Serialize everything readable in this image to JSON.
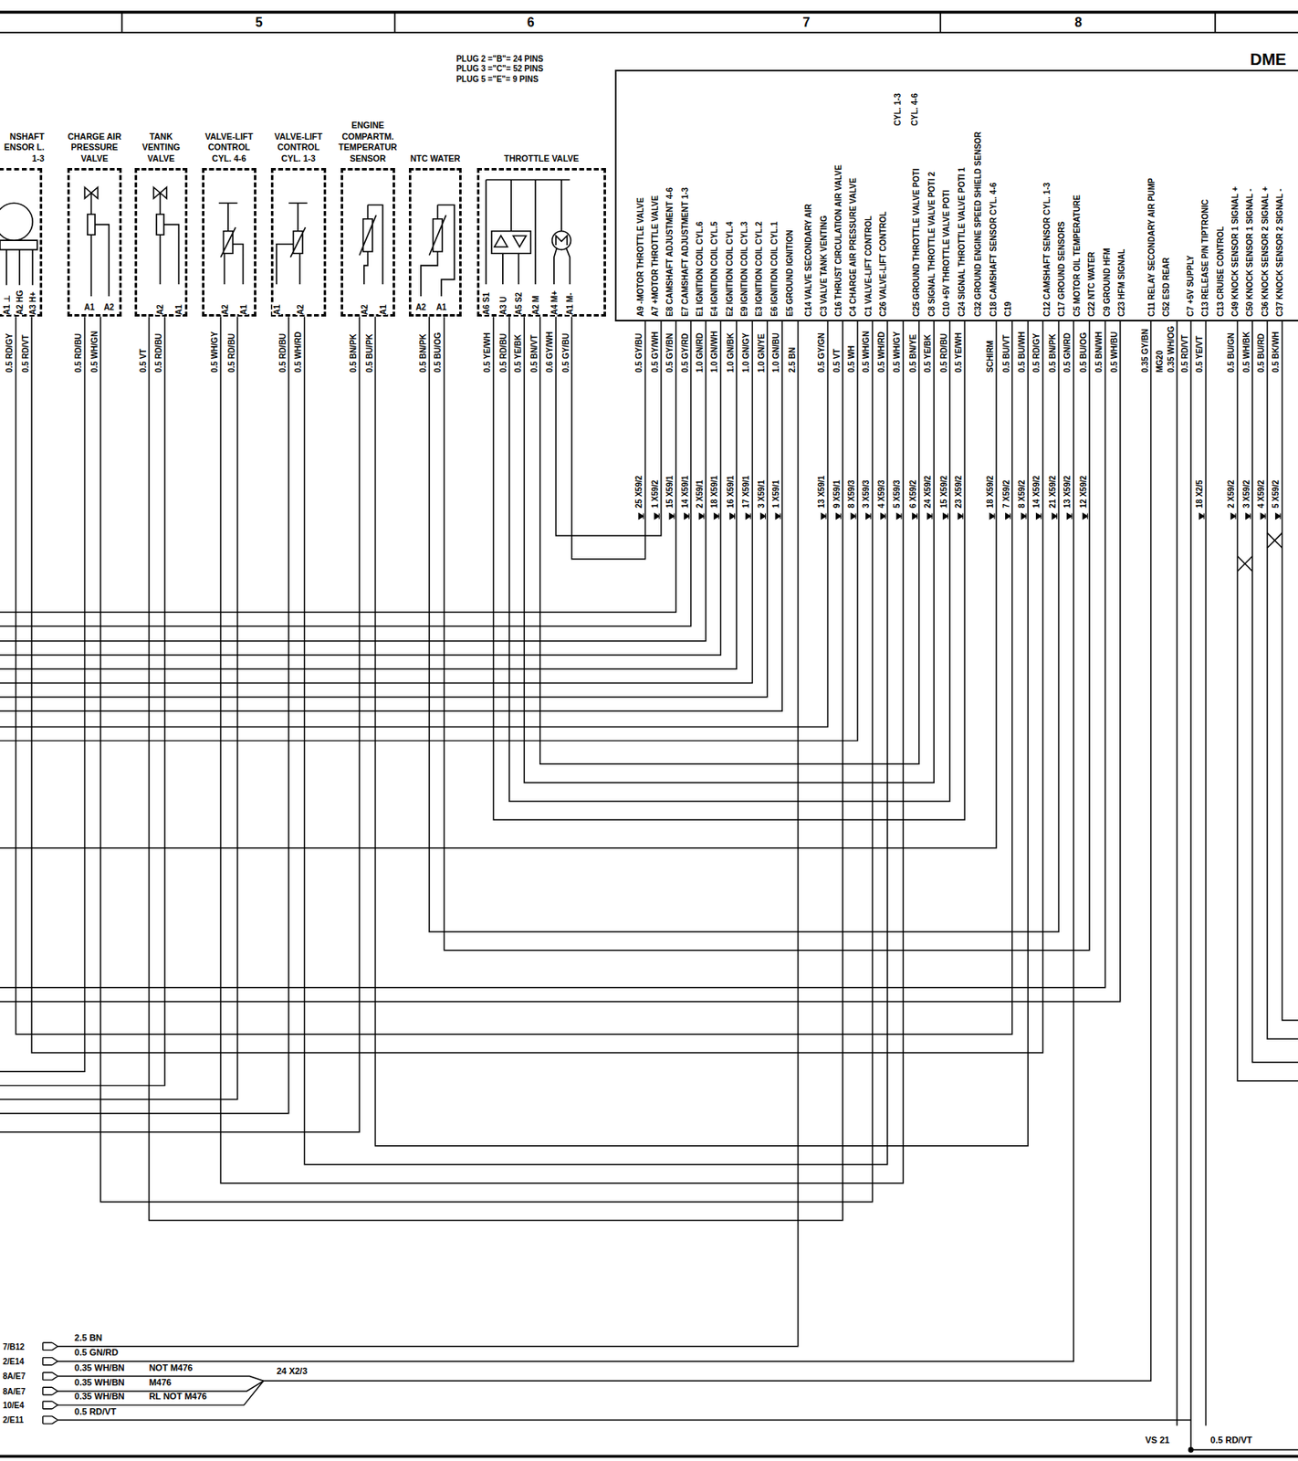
{
  "diagram": {
    "nodes": [
      {
        "text": [
          "NSHAFT ENSOR L. 1-3"
        ]
      },
      {
        "text": [
          "CHARGE AIR PRESSURE VALVE"
        ]
      },
      {
        "text": [
          "TANK VENTING VALVE"
        ]
      },
      {
        "text": [
          "VALVE-LIFT CONTROL CYL. 4-6"
        ]
      },
      {
        "text": [
          "VALVE-LIFT CONTROL CYL. 1-3"
        ]
      },
      {
        "text": [
          "ENGINE COMPARTM. TEMPERATUR SENSOR"
        ]
      },
      {
        "text": [
          "NTC WATER"
        ]
      },
      {
        "text": [
          "THROTTLE VALVE"
        ]
      },
      {
        "text": [
          "DME"
        ]
      }
    ],
    "edges": [
      {
        "from": 0,
        "to": 8,
        "arrow": "none"
      },
      {
        "from": 1,
        "to": 8,
        "arrow": "none"
      },
      {
        "from": 2,
        "to": 8,
        "arrow": "none"
      },
      {
        "from": 3,
        "to": 8,
        "arrow": "none"
      },
      {
        "from": 4,
        "to": 8,
        "arrow": "none"
      },
      {
        "from": 5,
        "to": 8,
        "arrow": "none"
      },
      {
        "from": 6,
        "to": 8,
        "arrow": "none"
      },
      {
        "from": 7,
        "to": 8,
        "arrow": "none"
      }
    ],
    "labels": [
      "5",
      "6",
      "7",
      "8",
      "PLUG 2 =\"B\"= 24 PINS",
      "PLUG 3 =\"C\"= 52 PINS",
      "PLUG 5 =\"E\"= 9 PINS",
      "A9 -MOTOR THROTTLE VALVE",
      "A7 +MOTOR THROTTLE VALVE",
      "E8 CAMSHAFT ADJUSTMENT 4-6",
      "E7 CAMSHAFT ADJUSTMENT 1-3",
      "E1 IGNITION COIL CYL.6",
      "E4 IGNITION COIL CYL.5",
      "E2 IGNITION COIL CYL.4",
      "E9 IGNITION COIL CYL.3",
      "E3 IGNITION COIL CYL.2",
      "E6 IGNITION COIL CYL.1",
      "E5 GROUND IGNITION",
      "C14 VALVE SECONDARY AIR",
      "C3 VALVE TANK VENTING",
      "C16 THRUST CIRCULATION AIR VALVE",
      "C4 CHARGE AIR PRESSURE VALVE",
      "C1 VALVE-LIFT CONTROL",
      "C26 VALVE-LIFT CONTROL",
      "CYL. 1-3",
      "CYL. 4-6",
      "C25 GROUND THROTTLE VALVE POTI",
      "C8 SIGNAL THROTTLE VALVE POTI 2",
      "C10 +5V THROTTLE VALVE POTI",
      "C24 SIGNAL THROTTLE VALVE POTI 1",
      "C32 GROUND ENGINE SPEED SHIELD SENSOR",
      "C18 CAMSHAFT SENSOR CYL. 4-6",
      "C19",
      "C12 CAMSHAFT SENSOR CYL. 1-3",
      "C17 GROUND SENSORS",
      "C5 MOTOR OIL TEMPERATURE",
      "C22 NTC WATER",
      "C9 GROUND HFM",
      "C23 HFM SIGNAL",
      "C11 RELAY SECONDARY AIR PUMP",
      "C52 ESD REAR",
      "C7 +5V SUPPLY",
      "C13 RELEASE P/N TIPTRONIC",
      "C13 CRUISE CONTROL",
      "C49 KNOCK SENSOR 1 SIGNAL +",
      "C50 KNOCK SENSOR 1 SIGNAL -",
      "C36 KNOCK SENSOR 2 SIGNAL +",
      "C37 KNOCK SENSOR 2 SIGNAL -",
      "0.5 GY/BU",
      "0.5 GY/WH",
      "0.5 GY/BN",
      "0.5 GY/RD",
      "1.0 GN/RD",
      "1.0 GN/WH",
      "1.0 GN/BK",
      "1.0 GN/GY",
      "1.0 GN/YE",
      "1.0 GN/BU",
      "2.5 BN",
      "0.5 GY/GN",
      "0.5 VT",
      "0.5 WH",
      "0.5 WH/GN",
      "0.5 WH/RD",
      "0.5 WH/GY",
      "0.5 BN/YE",
      "0.5 YE/BK",
      "0.5 RD/BU",
      "0.5 YE/WH",
      "SCHIRM",
      "0.5 BU/VT",
      "0.5 BU/WH",
      "0.5 RD/GY",
      "0.5 BN/PK",
      "0.5 GN/RD",
      "0.5 BU/OG",
      "0.5 BN/WH",
      "0.5 WH/BU",
      "0.35 GY/BN",
      "MG20",
      "0.35 WH/OG",
      "0.5 RD/VT",
      "0.5 YE/VT",
      "0.5 BU/GN",
      "0.5 WH/BK",
      "0.5 BU/RD",
      "0.5 BK/WH",
      "25 X59/2",
      "1 X59/2",
      "15 X59/1",
      "14 X59/1",
      "2 X59/1",
      "18 X59/1",
      "16 X59/1",
      "17 X59/1",
      "3 X59/1",
      "1 X59/1",
      "13 X59/1",
      "9 X59/1",
      "8 X59/3",
      "3 X59/3",
      "4 X59/3",
      "5 X59/3",
      "6 X59/2",
      "24 X59/2",
      "15 X59/2",
      "23 X59/2",
      "18 X59/2",
      "7 X59/2",
      "8 X59/2",
      "14 X59/2",
      "21 X59/2",
      "13 X59/2",
      "12 X59/2",
      "18 X2/5",
      "2 X59/2",
      "3 X59/2",
      "4 X59/2",
      "5 X59/2",
      "A1 ⊥",
      "A2 HG",
      "A3 H+",
      "A1",
      "A2",
      "A2",
      "A1",
      "A2",
      "A1",
      "A1",
      "A2",
      "A2",
      "A1",
      "A2",
      "A1",
      "A6 S1",
      "A3 U",
      "A5 S2",
      "A2 M",
      "A4 M+",
      "A1 M-",
      "0.5 RD/GY",
      "0.5 RD/VT",
      "0.5 RD/BU",
      "0.5 WH/GN",
      "0.5 VT",
      "0.5 RD/BU",
      "0.5 WH/GY",
      "0.5 RD/BU",
      "0.5 RD/BU",
      "0.5 WH/RD",
      "0.5 BN/PK",
      "0.5 BU/PK",
      "0.5 BN/PK",
      "0.5 BU/OG",
      "0.5 YE/WH",
      "0.5 RD/BU",
      "0.5 YE/BK",
      "0.5 BN/VT",
      "0.6 GY/WH",
      "0.5 GY/BU",
      "7/B12",
      "2/E14",
      "8A/E7",
      "8A/E7",
      "10/E4",
      "2/E11",
      "2.5 BN",
      "0.5 GN/RD",
      "0.35 WH/BN",
      "NOT M476",
      "0.35 WH/BN",
      "M476",
      "0.35 WH/BN",
      "RL NOT M476",
      "0.5 RD/VT",
      "24 X2/3",
      "VS 21",
      "0.5 RD/VT"
    ]
  }
}
